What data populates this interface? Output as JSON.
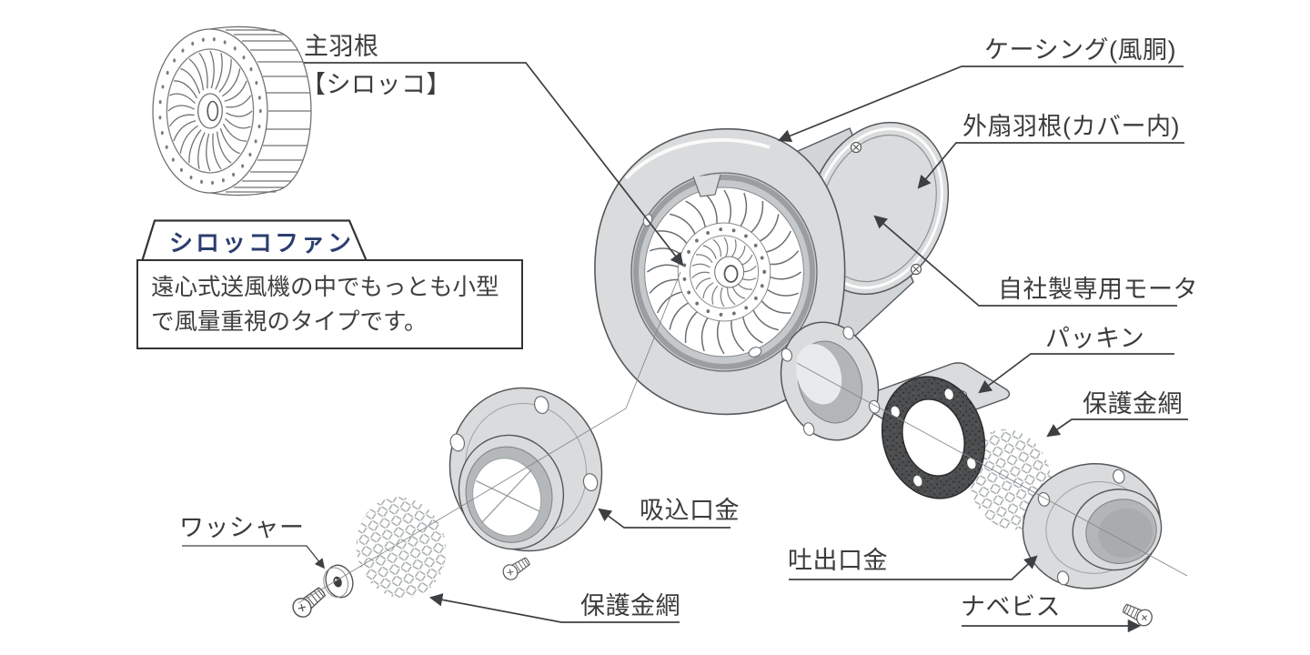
{
  "title_tab": {
    "label": "シロッコファン"
  },
  "info_box": {
    "line1": "遠心式送風機の中でもっとも小型",
    "line2": "で風量重視のタイプです。"
  },
  "labels": {
    "main_blade": "主羽根",
    "main_blade_sub": "【シロッコ】",
    "casing": "ケーシング(風胴)",
    "outer_fan": "外扇羽根(カバー内)",
    "motor": "自社製専用モータ",
    "packing": "パッキン",
    "mesh_right": "保護金網",
    "suction_port": "吸込口金",
    "discharge_port": "吐出口金",
    "mesh_bottom": "保護金網",
    "washer": "ワッシャー",
    "pan_screw": "ナベビス"
  },
  "colors": {
    "accent_text": "#2c3e6e",
    "label_text": "#3c3c3c",
    "outline": "#55585a",
    "body_fill": "#d9dbdc",
    "shade_fill": "#b5b8ba",
    "packing_fill": "#4c4e4f"
  }
}
